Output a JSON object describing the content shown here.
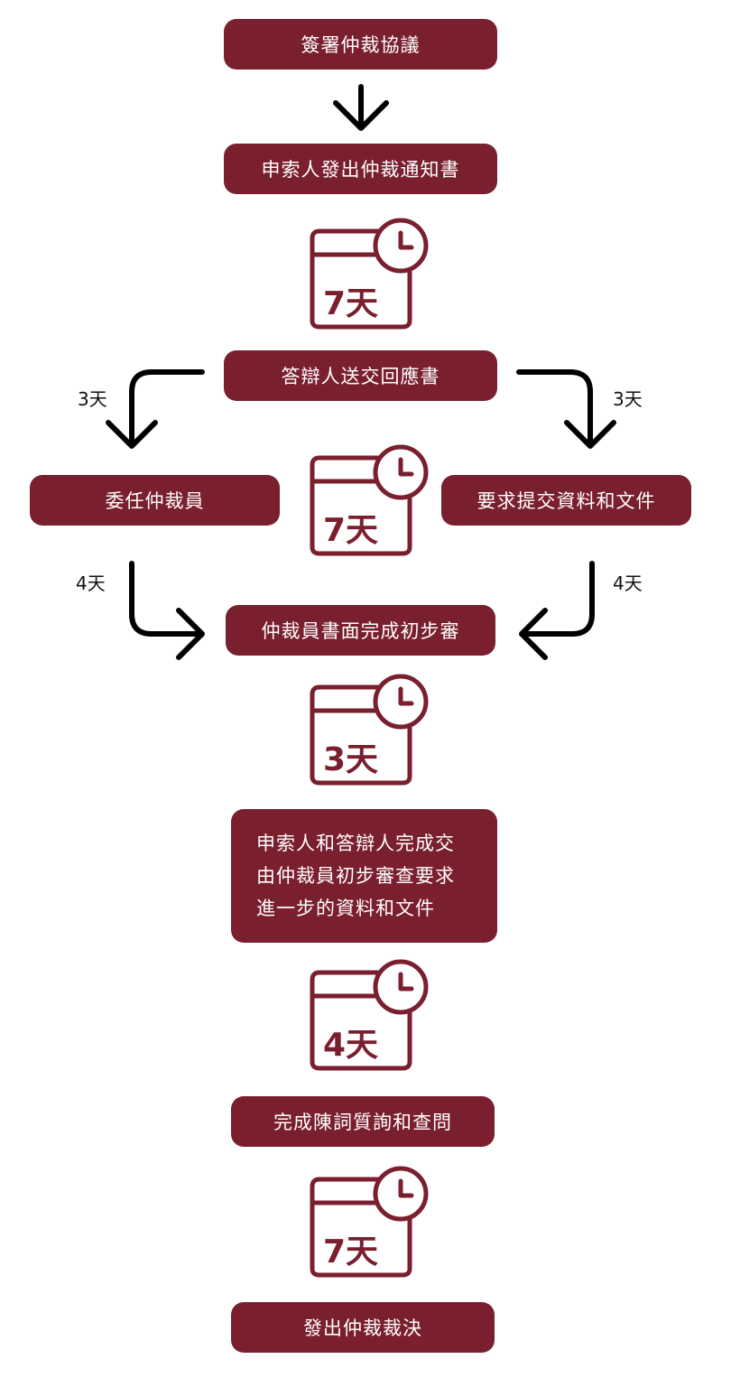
{
  "colors": {
    "box": "#7a1f2e",
    "arrow": "#000000",
    "icon": "#7a1f2e"
  },
  "steps": {
    "sign": "簽署仲裁協議",
    "notice": "申索人發出仲裁通知書",
    "reply": "答辯人送交回應書",
    "appoint": "委任仲裁員",
    "request": "要求提交資料和文件",
    "review": "仲裁員書面完成初步審",
    "complete_lines": [
      "申索人和答辯人完成交",
      "由仲裁員初步審查要求",
      "進一步的資料和文件"
    ],
    "hearing": "完成陳詞質詢和查問",
    "award": "發出仲裁裁決"
  },
  "durations": {
    "cal1": "7天",
    "cal2": "7天",
    "cal3": "3天",
    "cal4": "4天",
    "cal5": "7天",
    "left_top": "3天",
    "right_top": "3天",
    "left_bottom": "4天",
    "right_bottom": "4天"
  },
  "icons": [
    "calendar-clock-icon",
    "arrow-down-icon",
    "curved-arrow-icon"
  ]
}
